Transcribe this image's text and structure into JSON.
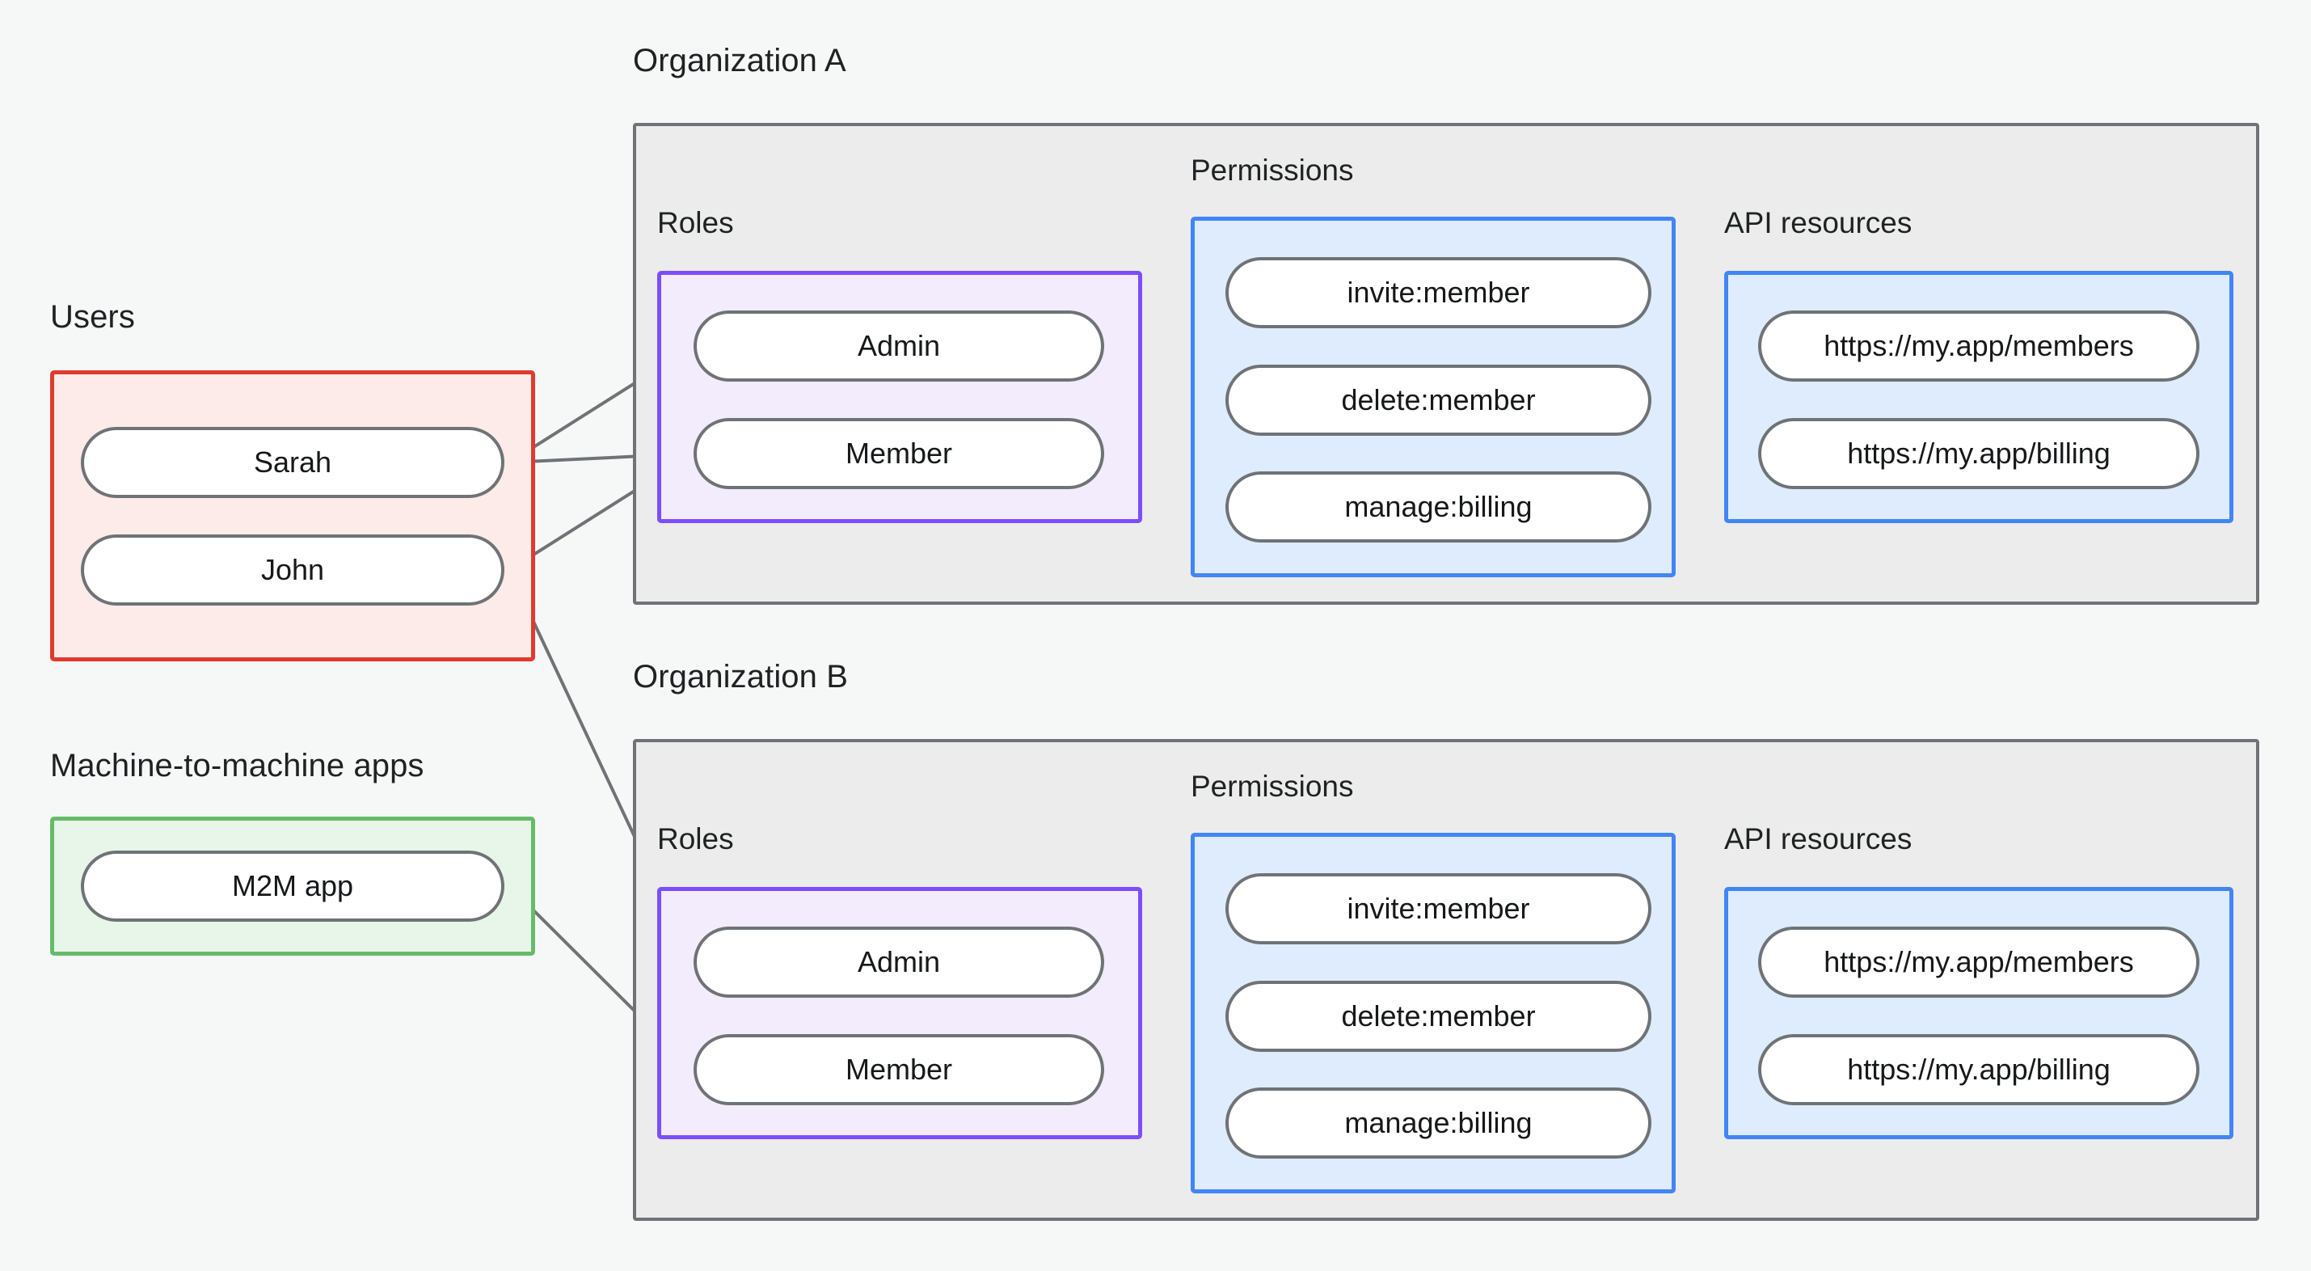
{
  "diagram": {
    "title_visible": false,
    "background_color": "#f6f8f8",
    "edge_color": "#6f7376"
  },
  "colors": {
    "users_border": "#e03a2f",
    "users_fill": "#fcebe9",
    "m2m_border": "#66bb6a",
    "m2m_fill": "#e8f5e9",
    "roles_border": "#7c4dff",
    "roles_fill": "#f3ecfd",
    "permissions_border": "#4285f4",
    "permissions_fill": "#deecfd",
    "api_border": "#4285f4",
    "api_fill": "#deecfd",
    "org_border": "#6f7376",
    "org_fill": "#ececec",
    "node_border": "#6f7376",
    "node_fill": "#ffffff"
  },
  "left_column": {
    "users": {
      "label": "Users",
      "items": [
        {
          "label": "Sarah"
        },
        {
          "label": "John"
        }
      ]
    },
    "m2m": {
      "label": "Machine-to-machine apps",
      "items": [
        {
          "label": "M2M app"
        }
      ]
    }
  },
  "organizations": [
    {
      "label": "Organization A",
      "roles": {
        "label": "Roles",
        "items": [
          {
            "label": "Admin"
          },
          {
            "label": "Member"
          }
        ]
      },
      "permissions": {
        "label": "Permissions",
        "items": [
          {
            "label": "invite:member"
          },
          {
            "label": "delete:member"
          },
          {
            "label": "manage:billing"
          }
        ]
      },
      "api_resources": {
        "label": "API resources",
        "items": [
          {
            "label": "https://my.app/members"
          },
          {
            "label": "https://my.app/billing"
          }
        ]
      }
    },
    {
      "label": "Organization B",
      "roles": {
        "label": "Roles",
        "items": [
          {
            "label": "Admin"
          },
          {
            "label": "Member"
          }
        ]
      },
      "permissions": {
        "label": "Permissions",
        "items": [
          {
            "label": "invite:member"
          },
          {
            "label": "delete:member"
          },
          {
            "label": "manage:billing"
          }
        ]
      },
      "api_resources": {
        "label": "API resources",
        "items": [
          {
            "label": "https://my.app/members"
          },
          {
            "label": "https://my.app/billing"
          }
        ]
      }
    }
  ]
}
